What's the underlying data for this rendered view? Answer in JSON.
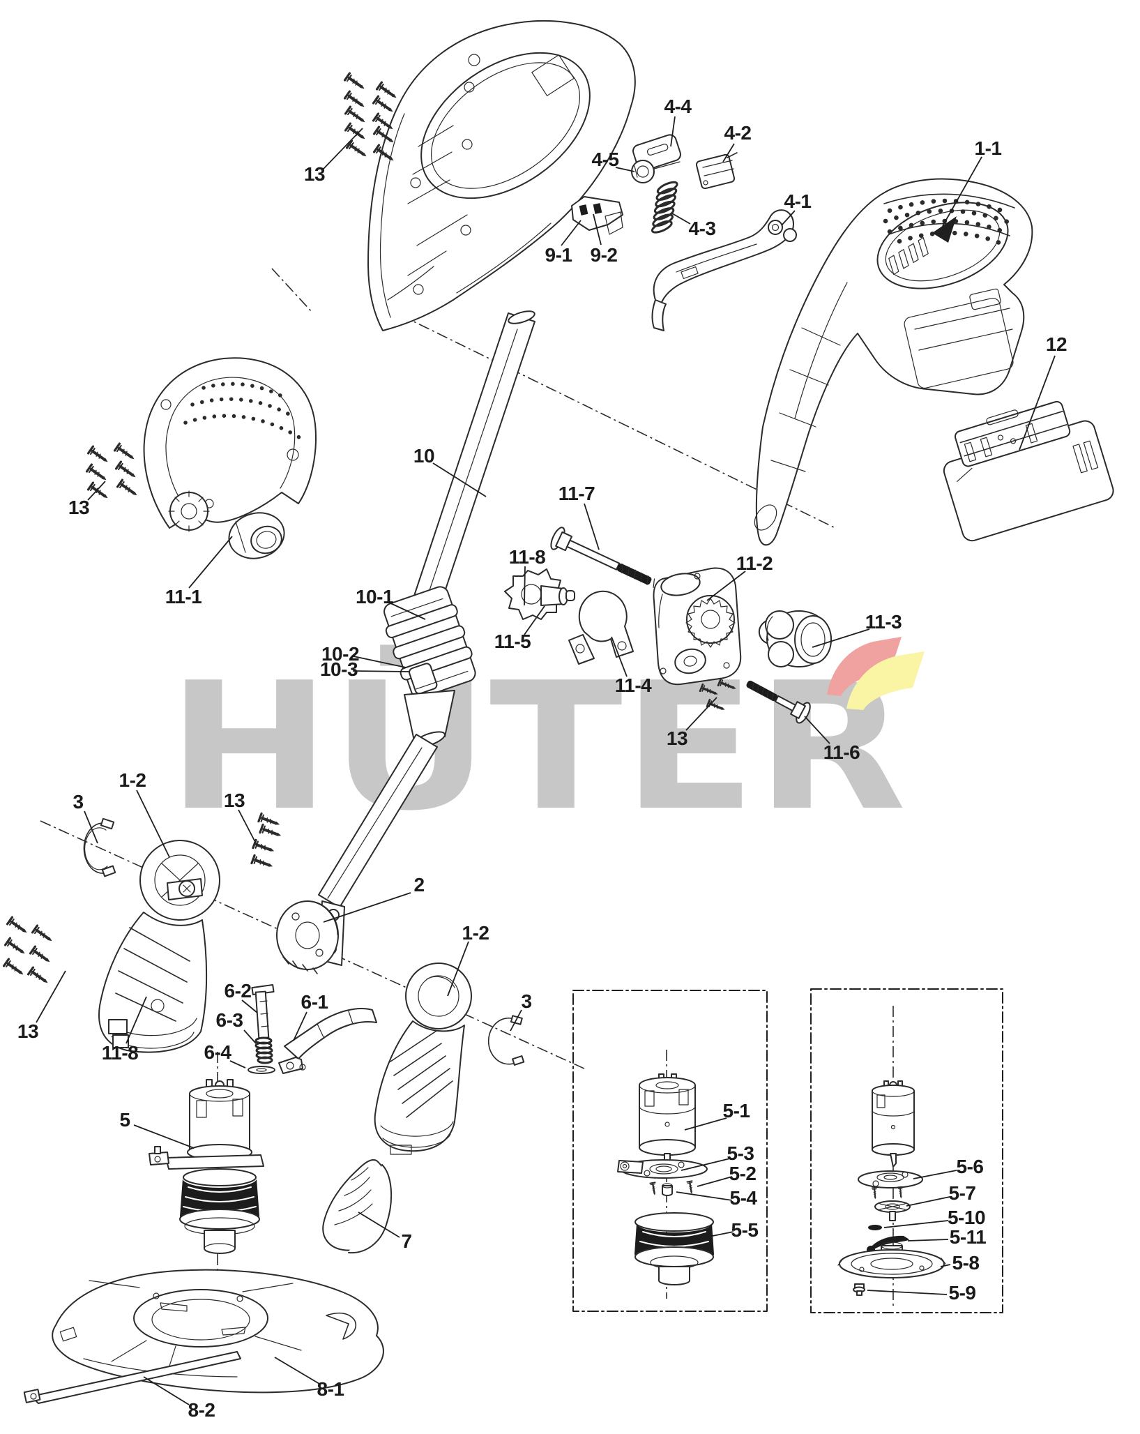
{
  "watermark": {
    "text": "HÜTER",
    "color": "#c7c7c7",
    "logo_red": "#f0a2a1",
    "logo_yellow": "#f9f5a4"
  },
  "style": {
    "line_color": "#2b2b2b",
    "background": "#ffffff"
  },
  "callouts": [
    "13",
    "4-4",
    "4-5",
    "4-2",
    "9-1",
    "9-2",
    "4-3",
    "4-1",
    "1-1",
    "12",
    "10",
    "11-7",
    "11-8",
    "11-5",
    "11-2",
    "11-4",
    "11-3",
    "13",
    "11-6",
    "13",
    "11-1",
    "10-1",
    "10-2",
    "10-3",
    "3",
    "1-2",
    "13",
    "2",
    "13",
    "11-8",
    "6-2",
    "6-3",
    "6-4",
    "6-1",
    "1-2",
    "3",
    "5",
    "7",
    "8-1",
    "8-2",
    "5-1",
    "5-3",
    "5-2",
    "5-4",
    "5-5",
    "5-6",
    "5-7",
    "5-10",
    "5-11",
    "5-8",
    "5-9"
  ]
}
